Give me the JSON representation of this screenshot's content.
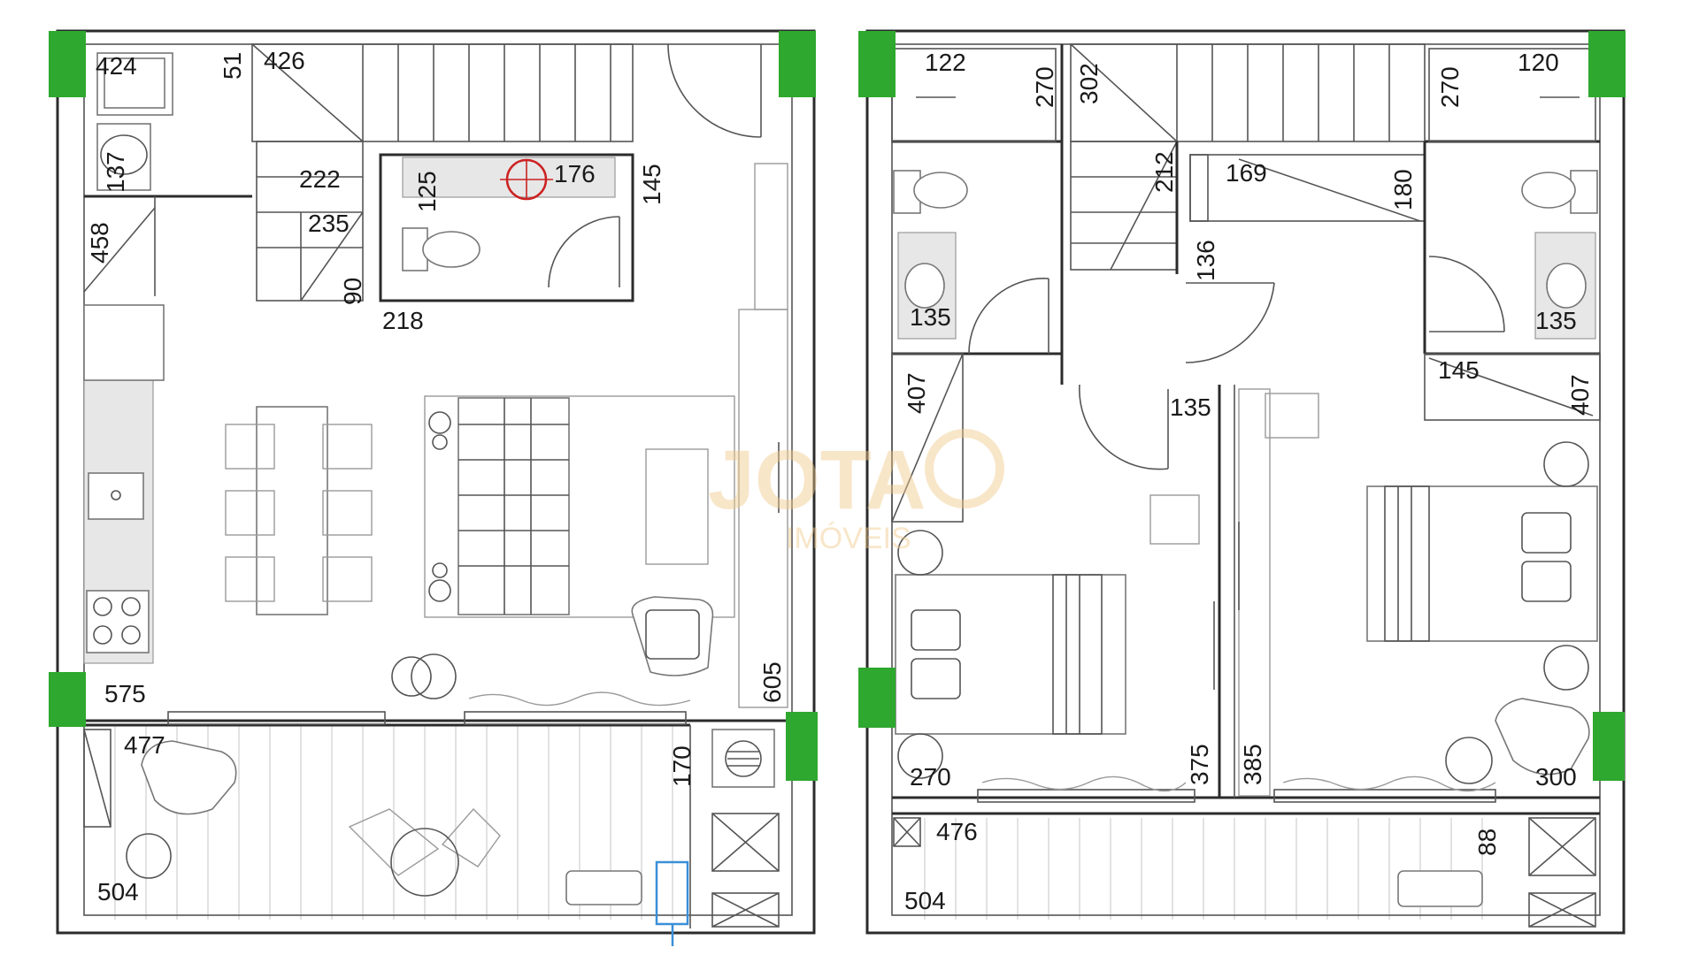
{
  "watermark": {
    "brand": "JOTA",
    "sub": "IMÓVEIS",
    "color": "#f0c98a"
  },
  "colors": {
    "column": "#2ea82e",
    "wall": "#2b2b2b",
    "basin_marker": "#cc2222",
    "shower_blue": "#3a8fd8"
  },
  "plans": [
    {
      "id": "lower-floor",
      "dimensions": [
        "424",
        "51",
        "426",
        "137",
        "222",
        "235",
        "218",
        "90",
        "125",
        "176",
        "145",
        "458",
        "575",
        "605",
        "477",
        "170",
        "504"
      ]
    },
    {
      "id": "upper-floor",
      "dimensions": [
        "122",
        "270",
        "302",
        "270",
        "120",
        "212",
        "169",
        "180",
        "136",
        "135",
        "135",
        "407",
        "135",
        "145",
        "407",
        "375",
        "385",
        "270",
        "300",
        "476",
        "88",
        "504"
      ]
    }
  ]
}
